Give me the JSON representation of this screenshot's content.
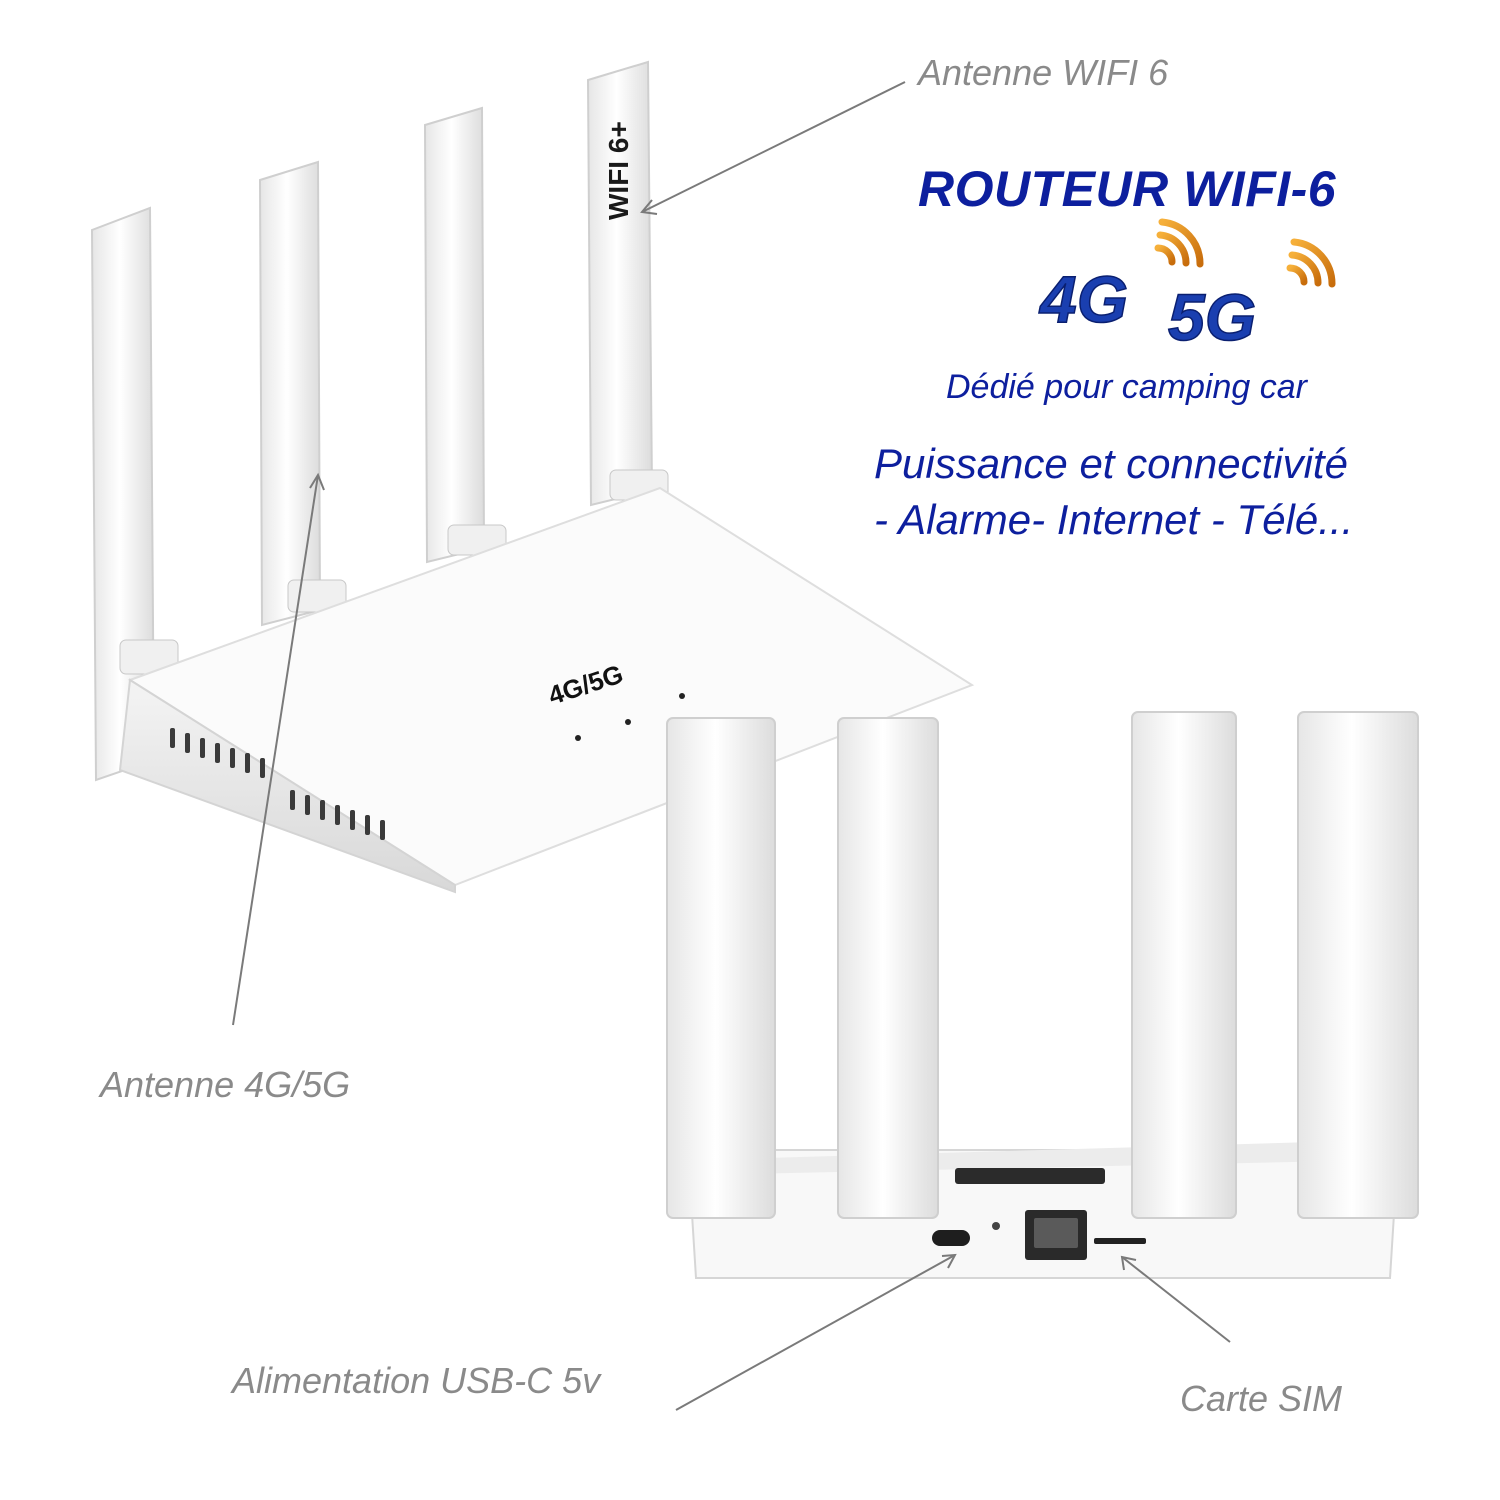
{
  "headline": {
    "title": "ROUTEUR WIFI-6",
    "logo_4g": "4G",
    "logo_5g": "5G",
    "tagline": "Dédié pour camping car",
    "line1": "Puissance et connectivité",
    "line2": "- Alarme- Internet - Télé..."
  },
  "callouts": {
    "wifi_antenna": "Antenne WIFI 6",
    "lte_antenna": "Antenne 4G/5G",
    "power": "Alimentation USB-C 5v",
    "sim": "Carte SIM"
  },
  "device": {
    "antenna_label": "WIFI 6+",
    "body_label": "4G/5G"
  },
  "colors": {
    "headline": "#0d1f9e",
    "callout": "#8a8a8a",
    "logo_blue": "#1a3fb0",
    "logo_orange": "#e08a1a"
  }
}
